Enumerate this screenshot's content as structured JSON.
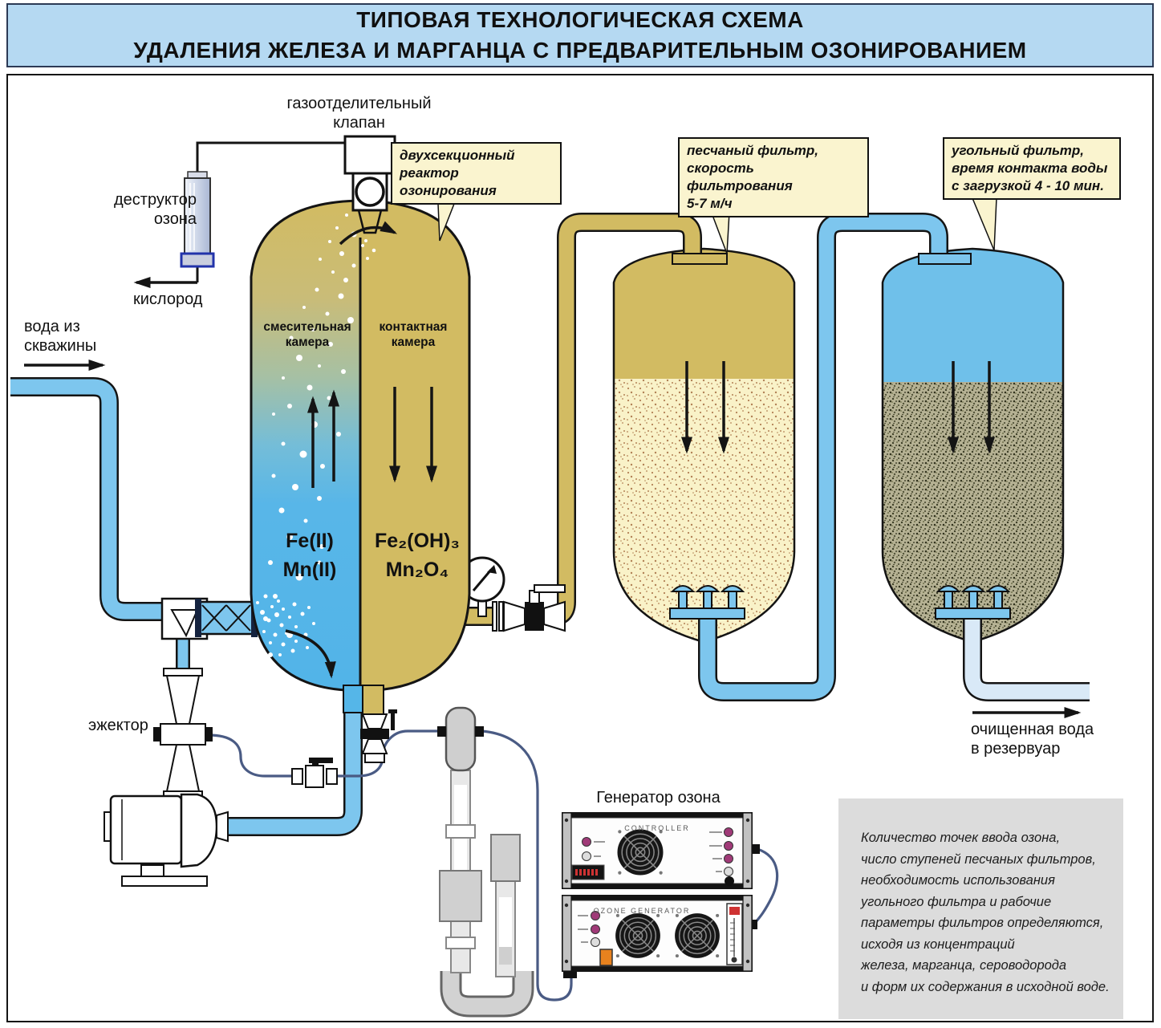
{
  "header": {
    "title": "ТИПОВАЯ ТЕХНОЛОГИЧЕСКАЯ СХЕМА\nУДАЛЕНИЯ ЖЕЛЕЗА И МАРГАНЦА С ПРЕДВАРИТЕЛЬНЫМ ОЗОНИРОВАНИЕМ"
  },
  "labels": {
    "gas_valve": "газоотделительный\nклапан",
    "ozone_destructor": "деструктор\nозона",
    "oxygen": "кислород",
    "well_water": "вода из\nскважины",
    "mixing_chamber": "смесительная\nкамера",
    "contact_chamber": "контактная\nкамера",
    "fe_in": "Fe(II)",
    "mn_in": "Mn(II)",
    "fe_out": "Fe₂(OH)₃",
    "mn_out": "Mn₂O₄",
    "ejector": "эжектор",
    "ozone_generator": "Генератор озона",
    "clean_water": "очищенная вода\nв резервуар"
  },
  "callouts": {
    "reactor": "двухсекционный\nреактор озонирования",
    "sand_filter": "песчаный фильтр,\nскорость фильтрования\n5-7 м/ч",
    "carbon_filter": "угольный фильтр,\nвремя контакта воды\nс загрузкой 4 - 10 мин."
  },
  "equipment": {
    "controller_panel": "CONTROLLER",
    "generator_panel": "OZONE GENERATOR"
  },
  "note": "Количество точек ввода озона,\nчисло ступеней песчаных фильтров,\nнеобходимость использования\nугольного фильтра и рабочие\nпараметры фильтров определяются,\nисходя из концентраций\nжелеза, марганца, сероводорода\nи форм их содержания в исходной воде.",
  "colors": {
    "header_bg": "#b5d9f2",
    "header_border": "#2c3a55",
    "outline": "#141414",
    "olive": "#d2bb62",
    "chamber_blue": "#55b6e8",
    "pipe_blue": "#7dc6ee",
    "pale_pipe": "#d9e9f7",
    "navy": "#4a5b84",
    "sand_fill": "#f9f2c8",
    "sand_speck": "#aa7448",
    "carbon_fill": "#b6b294",
    "carbon_top": "#6fc0ea",
    "callout_bg": "#faf4cf",
    "note_bg": "#dcdcdc",
    "led_magenta": "#a03a78",
    "switch_orange": "#e8821e"
  }
}
